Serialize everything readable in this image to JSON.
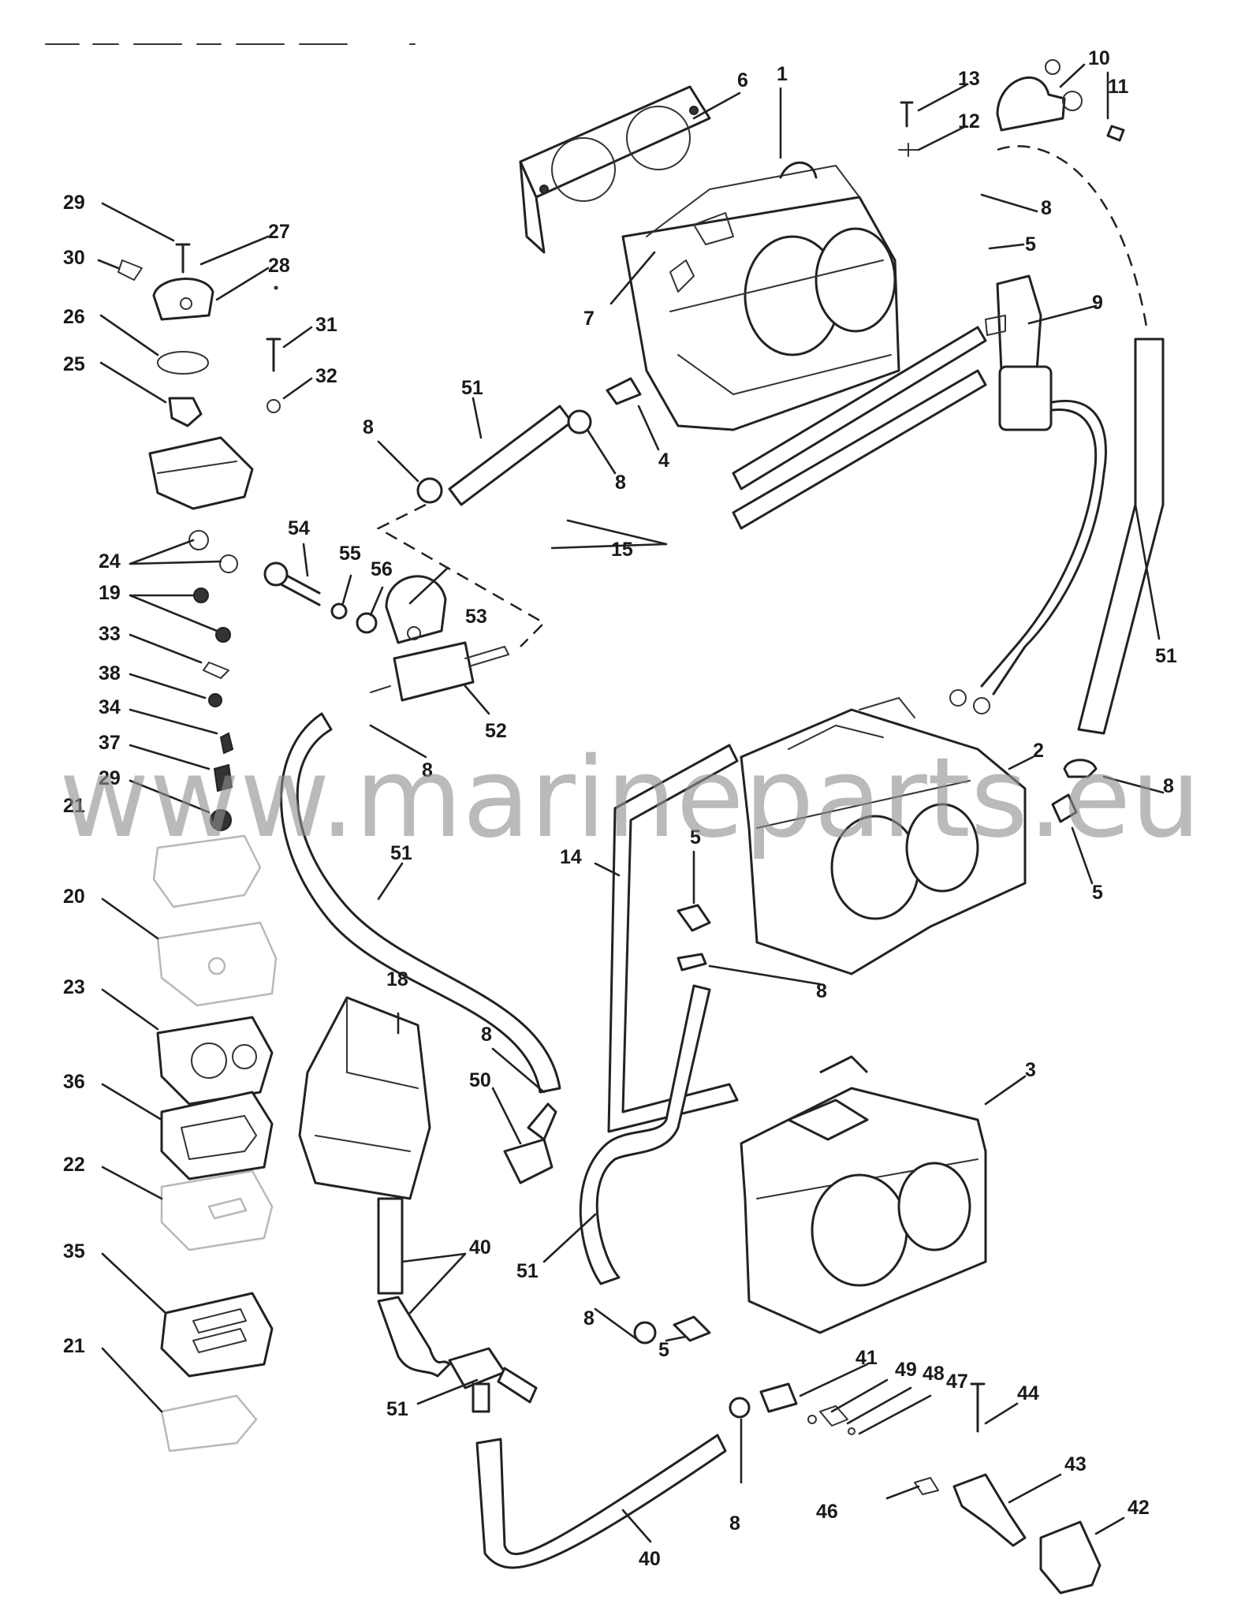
{
  "watermark": "www.marineparts.eu",
  "callouts": {
    "c1": "1",
    "c2": "2",
    "c3": "3",
    "c4": "4",
    "c5a": "5",
    "c5b": "5",
    "c5c": "5",
    "c5d": "5",
    "c6": "6",
    "c7": "7",
    "c8a": "8",
    "c8b": "8",
    "c8c": "8",
    "c8d": "8",
    "c8e": "8",
    "c8f": "8",
    "c8g": "8",
    "c8h": "8",
    "c8i": "8",
    "c9": "9",
    "c10": "10",
    "c11": "11",
    "c12": "12",
    "c13": "13",
    "c14": "14",
    "c15": "15",
    "c18": "18",
    "c19": "19",
    "c20": "20",
    "c21": "21",
    "c21b": "21",
    "c22": "22",
    "c23": "23",
    "c24": "24",
    "c25": "25",
    "c26": "26",
    "c27": "27",
    "c28": "28",
    "c29a": "29",
    "c29b": "29",
    "c30": "30",
    "c31": "31",
    "c32": "32",
    "c33": "33",
    "c34": "34",
    "c35": "35",
    "c36": "36",
    "c37": "37",
    "c38": "38",
    "c40a": "40",
    "c40b": "40",
    "c41": "41",
    "c42": "42",
    "c43": "43",
    "c44": "44",
    "c46": "46",
    "c47": "47",
    "c48": "48",
    "c49": "49",
    "c50": "50",
    "c51a": "51",
    "c51b": "51",
    "c51c": "51",
    "c51d": "51",
    "c51e": "51",
    "c52": "52",
    "c53": "53",
    "c54": "54",
    "c55": "55",
    "c56": "56"
  }
}
